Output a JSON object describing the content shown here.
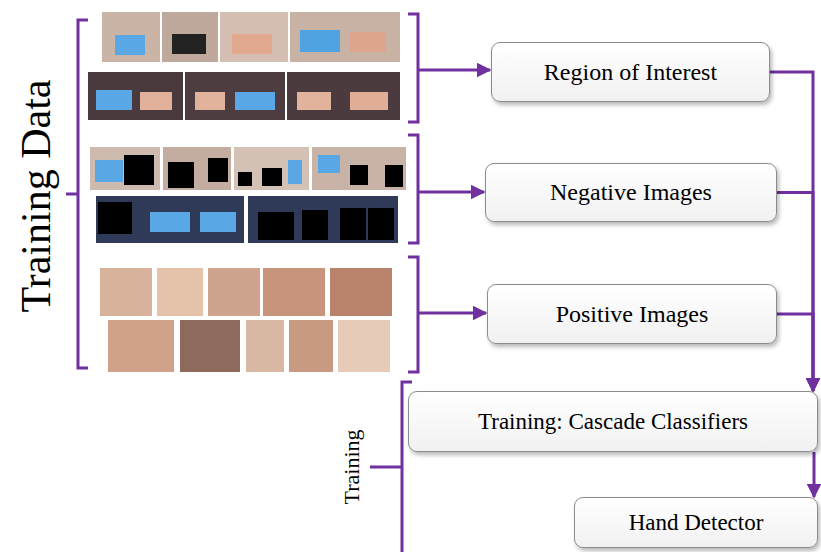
{
  "diagram": {
    "nodes": [
      {
        "text": [
          "Region of Interest"
        ]
      },
      {
        "text": [
          "Negative Images"
        ]
      },
      {
        "text": [
          "Positive Images"
        ]
      },
      {
        "text": [
          "Training: Cascade Classifiers"
        ]
      },
      {
        "text": [
          "Hand Detector"
        ]
      }
    ],
    "edges": [
      {
        "from": 0,
        "to": 3,
        "arrow": "to"
      },
      {
        "from": 1,
        "to": 3,
        "arrow": "to"
      },
      {
        "from": 2,
        "to": 3,
        "arrow": "to"
      },
      {
        "from": 3,
        "to": 4,
        "arrow": "to"
      }
    ],
    "labels": [
      "Training Data",
      "Training"
    ]
  }
}
